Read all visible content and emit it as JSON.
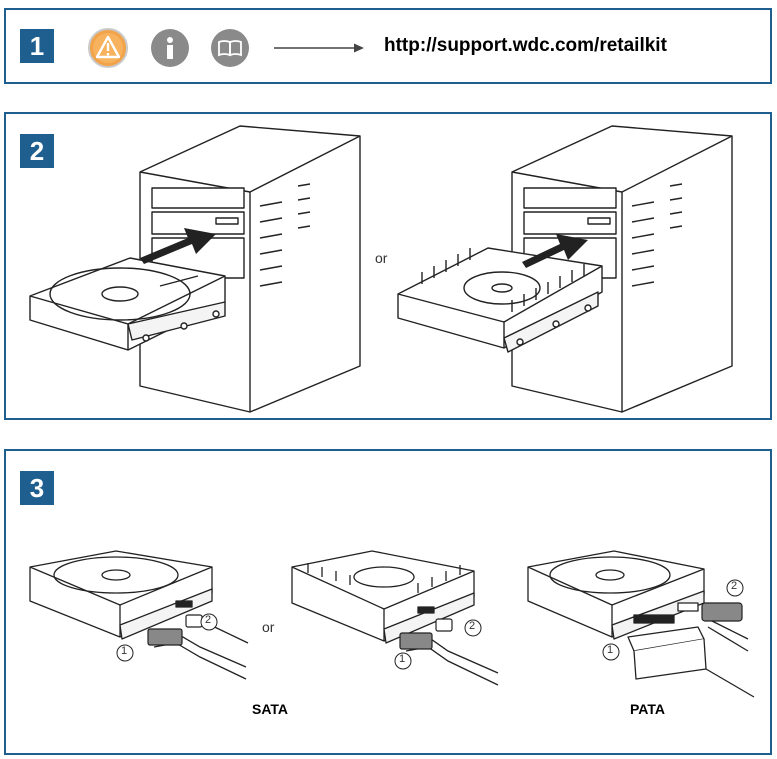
{
  "step1": {
    "number": "1",
    "url": "http://support.wdc.com/retailkit",
    "icons": [
      "warning-icon",
      "info-icon",
      "book-icon"
    ]
  },
  "step2": {
    "number": "2",
    "connector": "or"
  },
  "step3": {
    "number": "3",
    "connector": "or",
    "callout_1": "1",
    "callout_2": "2",
    "label_sata": "SATA",
    "label_pata": "PATA"
  }
}
